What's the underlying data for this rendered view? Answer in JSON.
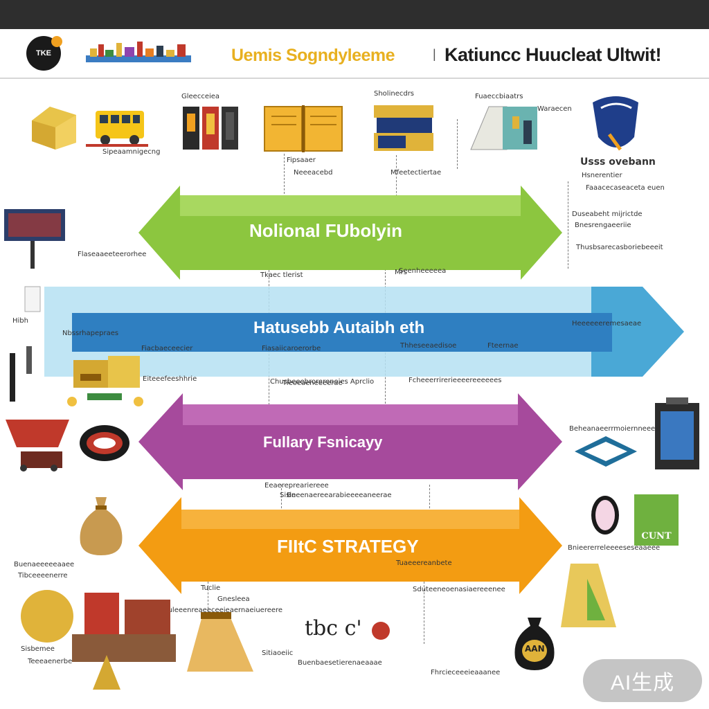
{
  "header": {
    "logo_text": "TKE",
    "title_left": "Uemis Sogndyleeme",
    "separator": "|",
    "title_right": "Katiuncc Huucleat Ultwit!"
  },
  "bands": [
    {
      "label": "Nolional FUbolyin",
      "color": "#8cc63f"
    },
    {
      "label": "Hatusebb Autaibh eth",
      "color": "#3a8fc8"
    },
    {
      "label": "Fullary Fsnicayy",
      "color": "#a64a9c"
    },
    {
      "label": "FIItC STRATEGY",
      "color": "#f39c12"
    }
  ],
  "notes": {
    "n1": "Sipeaamnigecng",
    "n2": "Gleecceiea",
    "n3": "Sholinecdrs",
    "n4": "Fuaeccbiaatrs",
    "n5": "Fipsaaer",
    "n6": "Neeeacebd",
    "n7": "Mfeetectiertae",
    "n8": "Waraecen",
    "n9": "Usss ovebann",
    "n10": "Hsnerentier",
    "n11": "Faaacecaseaceta euen",
    "n12": "Duseabeht mijrictde",
    "n13": "Bnesrengaeeriie",
    "n14": "Thusbsarecasboriebeeeit",
    "n15": "Tkaec tlerist",
    "n16": "Flaseaaeeteerorhee",
    "n17": "Nbssrhapepraes",
    "n18": "Fiacbaeceecier",
    "n19": "Fiasaiicaroerorbe",
    "n20": "Thheseeaedisoe",
    "n21": "Chusbeeebrorerenoies Aprclio",
    "n22": "Eiteeefeeshhrie",
    "n23": "Heeeeeeremesaeae",
    "n24": "Fteernae",
    "n25": "Beheanaeerrmoiernneeeeees",
    "n26": "Eeaerepreariereee",
    "n27": "Sisie",
    "n28": "Tuaeeereanbete",
    "n29": "Bnieererreleeeeseseaaeee",
    "n30": "Buenaeeeeeaaee",
    "n31": "Tibceeeenerre",
    "n32": "Tuclie",
    "n33": "Gnesleea",
    "n34": "Sduteeneoenasiaereeenee",
    "n35": "Sitiaoeiic",
    "n36": "Buenbaesetierenaeaaae",
    "n37": "Fhrcieceeeieaaanee",
    "n38": "Sisbemee",
    "n39": "Teeeaenerbe",
    "n40": "Hibh",
    "n41": "Seenheeeeea",
    "n42": "Fcheeerrirerieeeereeeeees",
    "n43": "Bneenaereearabieeeeaneerae",
    "n44": "Tieoeaeneeeerae",
    "n45": "Mrs",
    "n46": "Tuleeenreaeeceeieaernaeiuereere"
  },
  "icon_texts": {
    "coin_right": "CUNT",
    "bag_text": "AAN",
    "bottom_word": "tbc c'",
    "badge_text": "AI生成"
  }
}
